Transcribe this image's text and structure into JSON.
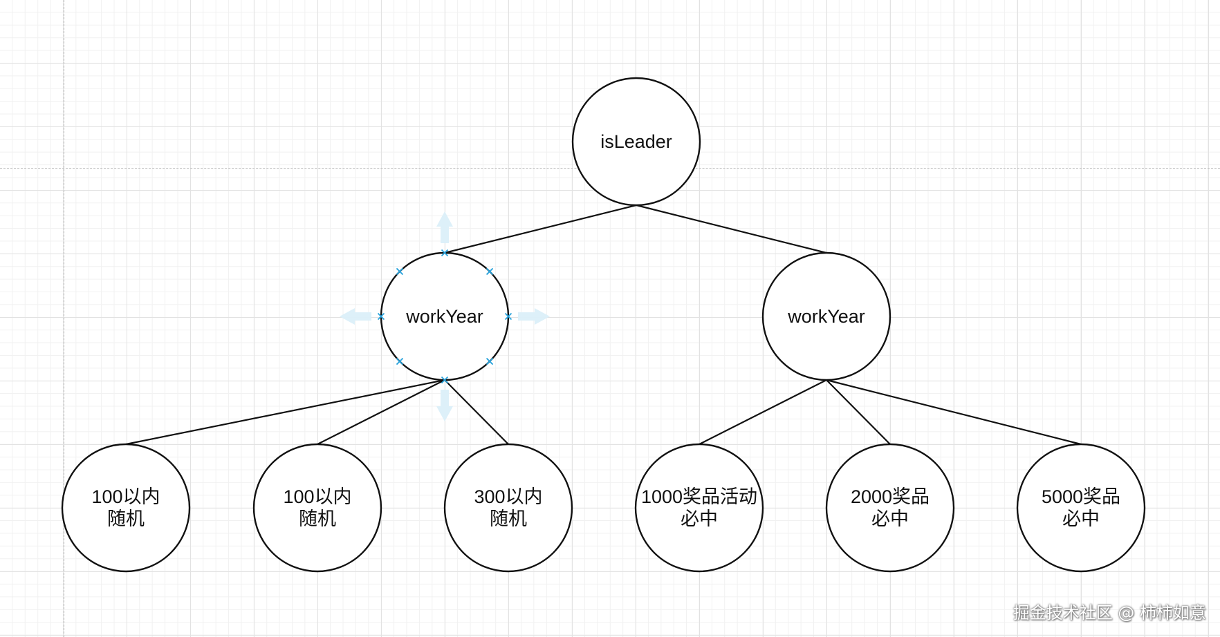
{
  "root": {
    "label": "isLeader"
  },
  "level1": [
    {
      "label": "workYear",
      "selected": true
    },
    {
      "label": "workYear",
      "selected": false
    }
  ],
  "leaves": [
    {
      "lines": [
        "100以内",
        "随机"
      ],
      "parent": 0
    },
    {
      "lines": [
        "100以内",
        "随机"
      ],
      "parent": 0
    },
    {
      "lines": [
        "300以内",
        "随机"
      ],
      "parent": 0
    },
    {
      "lines": [
        "1000奖品活动",
        "必中"
      ],
      "parent": 1
    },
    {
      "lines": [
        "2000奖品",
        "必中"
      ],
      "parent": 1
    },
    {
      "lines": [
        "5000奖品",
        "必中"
      ],
      "parent": 1
    }
  ],
  "watermark": "掘金技术社区 @ 柿柿如意",
  "colors": {
    "stroke": "#111111",
    "selection": "#29a3dc",
    "hint_arrow": "#dbeff9"
  }
}
